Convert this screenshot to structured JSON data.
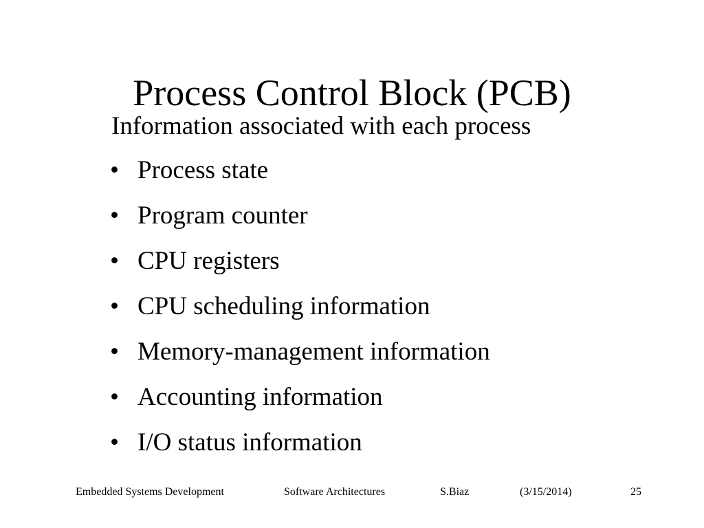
{
  "slide": {
    "title": "Process Control Block (PCB)",
    "intro": "Information associated with each process",
    "bullet_symbol": "•",
    "bullets": [
      "Process state",
      "Program counter",
      "CPU registers",
      "CPU scheduling information",
      "Memory-management information",
      "Accounting information",
      "I/O status information"
    ]
  },
  "footer": {
    "course": "Embedded Systems Development",
    "topic": "Software Architectures",
    "author": "S.Biaz",
    "date": "(3/15/2014)",
    "page": "25"
  }
}
